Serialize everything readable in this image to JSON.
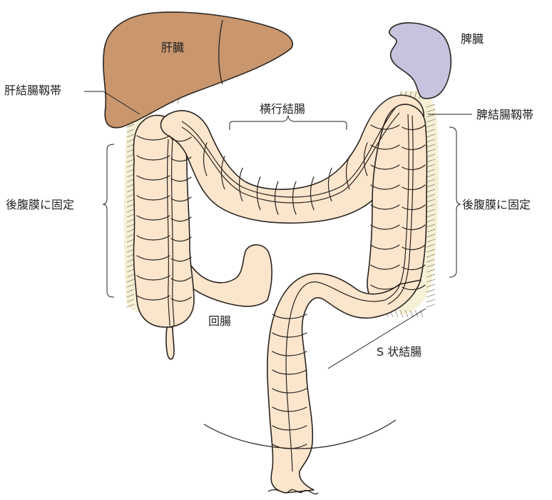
{
  "labels": {
    "liver": "肝臓",
    "spleen": "脾臓",
    "hepatocolic_ligament": "肝結腸靱帯",
    "transverse_colon": "横行結腸",
    "splenocolic_ligament": "脾結腸靱帯",
    "retroperitoneal_fixed_left": "後腹膜に固定",
    "retroperitoneal_fixed_right": "後腹膜に固定",
    "ileum": "回腸",
    "sigmoid_colon": "S 状結腸"
  },
  "colors": {
    "liver": "#c9966d",
    "spleen": "#c7c2dd",
    "colon": "#fbe6cd",
    "peritoneum": "#f6f1d6",
    "outline": "#2a2420"
  }
}
